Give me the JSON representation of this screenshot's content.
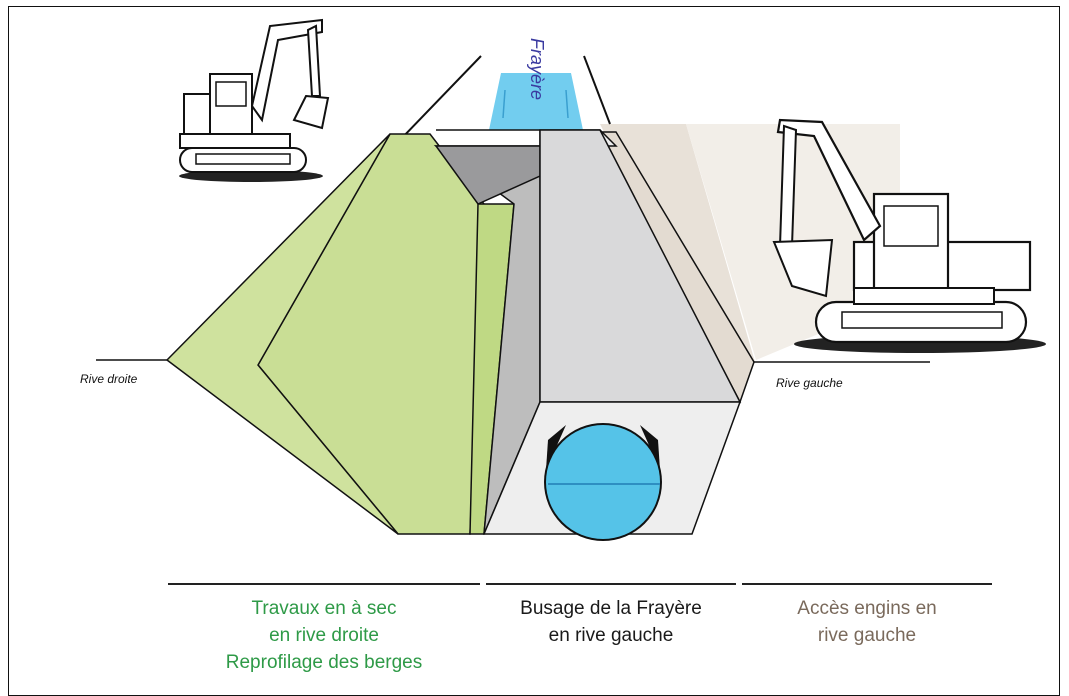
{
  "labels": {
    "frayere": "Frayère",
    "rive_droite": "Rive droite",
    "rive_gauche": "Rive gauche"
  },
  "captions": {
    "left": [
      "Travaux en à sec",
      "en rive droite",
      "Reprofilage des berges"
    ],
    "center": [
      "Busage de la Frayère",
      "en rive gauche"
    ],
    "right": [
      "Accès engins en",
      "rive gauche"
    ]
  },
  "colors": {
    "caption_left": "#2e9a47",
    "caption_center": "#1a1a1a",
    "caption_right": "#7a6a5c",
    "green_bank": "#c8dd94",
    "water": "#5fc5e8",
    "concrete": "#d9d9da",
    "concrete_dark": "#a6a6a8",
    "access_zone": "#e8e1d8"
  },
  "icons": [
    "excavator-icon",
    "excavator-icon"
  ]
}
